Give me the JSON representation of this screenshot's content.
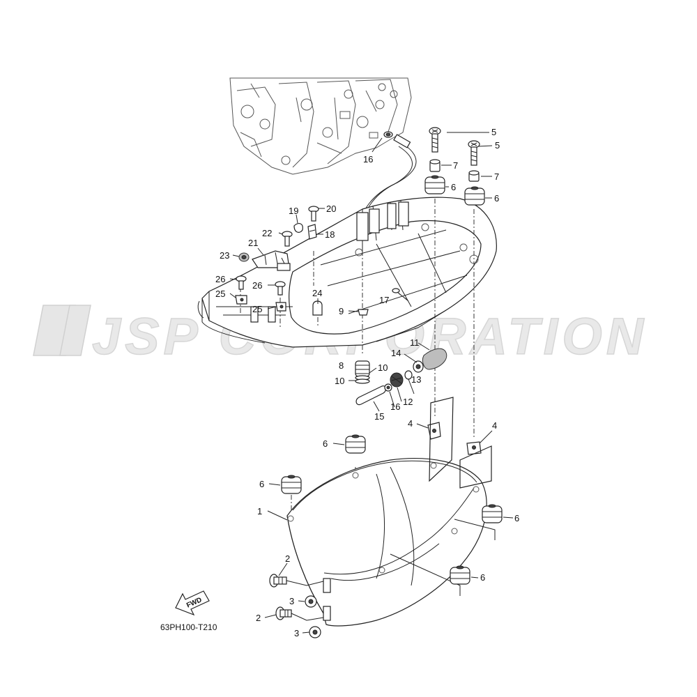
{
  "watermark": "JSP CORPORATION",
  "diagram_code": "63PH100-T210",
  "fwd_label": "FWD",
  "callouts": {
    "c1": "1",
    "c2a": "2",
    "c2b": "2",
    "c3a": "3",
    "c3b": "3",
    "c4a": "4",
    "c4b": "4",
    "c5a": "5",
    "c5b": "5",
    "c6a": "6",
    "c6b": "6",
    "c6c": "6",
    "c6d": "6",
    "c6e": "6",
    "c6f": "6",
    "c7a": "7",
    "c7b": "7",
    "c8": "8",
    "c9": "9",
    "c10a": "10",
    "c10b": "10",
    "c11": "11",
    "c12": "12",
    "c13": "13",
    "c14": "14",
    "c15": "15",
    "c16a": "16",
    "c16b": "16",
    "c17": "17",
    "c18": "18",
    "c19": "19",
    "c20": "20",
    "c21": "21",
    "c22": "22",
    "c23": "23",
    "c24": "24",
    "c25a": "25",
    "c25b": "25",
    "c26a": "26",
    "c26b": "26"
  }
}
